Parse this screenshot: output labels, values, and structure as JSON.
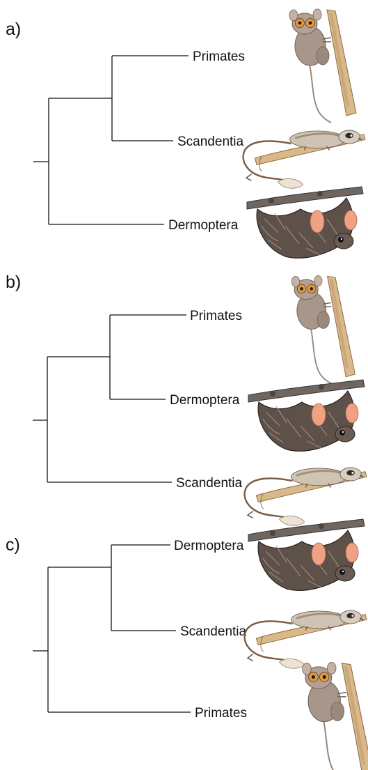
{
  "panels": [
    {
      "label": "a)",
      "taxa": [
        "Primates",
        "Scandentia",
        "Dermoptera"
      ],
      "animals": [
        "tarsier-illustration",
        "treeshrew-illustration",
        "colugo-illustration"
      ]
    },
    {
      "label": "b)",
      "taxa": [
        "Primates",
        "Dermoptera",
        "Scandentia"
      ],
      "animals": [
        "tarsier-illustration",
        "colugo-illustration",
        "treeshrew-illustration"
      ]
    },
    {
      "label": "c)",
      "taxa": [
        "Dermoptera",
        "Scandentia",
        "Primates"
      ],
      "animals": [
        "colugo-illustration",
        "treeshrew-illustration",
        "tarsier-illustration"
      ]
    }
  ],
  "colors": {
    "branch": "#111111",
    "wood": "#d9b98a",
    "tarsier_fur": "#a7968a",
    "tarsier_eye": "#e39a3c",
    "treeshrew_fur": "#cfc3b3",
    "colugo_fur": "#5e5149",
    "colugo_membrane": "#f0a184"
  }
}
